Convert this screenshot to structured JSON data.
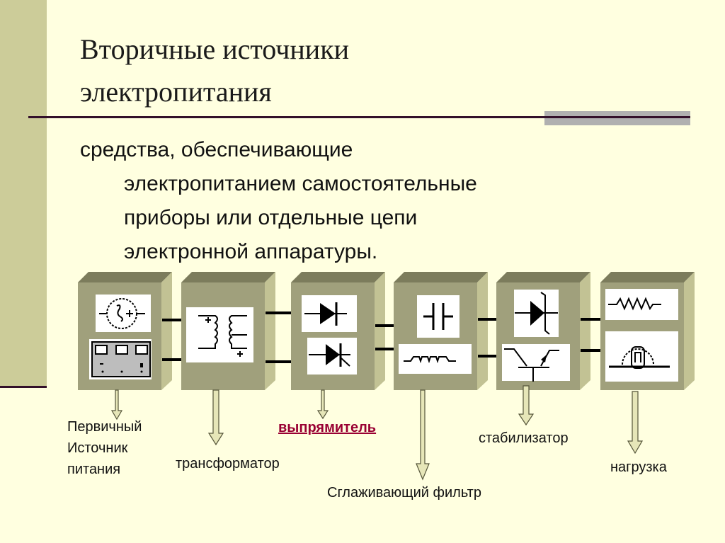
{
  "slide": {
    "title_lines": [
      "Вторичные источники",
      "электропитания"
    ],
    "definition": {
      "first_line": "средства, обеспечивающие",
      "lines": [
        "электропитанием самостоятельные",
        "приборы или отдельные цепи",
        "электронной аппаратуры."
      ]
    }
  },
  "diagram": {
    "blocks": [
      {
        "label_lines": [
          "Первичный",
          "Источник",
          "питания"
        ],
        "icons": [
          "ac-source-icon",
          "power-supply-panel-icon"
        ]
      },
      {
        "label": "трансформатор",
        "icons": [
          "transformer-icon"
        ]
      },
      {
        "label": "выпрямитель",
        "is_link": true,
        "icons": [
          "diode-icon",
          "thyristor-icon"
        ]
      },
      {
        "label": "Сглаживающий фильтр",
        "icons": [
          "capacitor-icon",
          "inductor-icon"
        ]
      },
      {
        "label": "стабилизатор",
        "icons": [
          "zener-diode-icon",
          "transistor-icon"
        ]
      },
      {
        "label": "нагрузка",
        "icons": [
          "resistor-icon",
          "lamp-icon"
        ]
      }
    ]
  },
  "colors": {
    "background": "#FFFFE0",
    "sidebar": "#CCCC99",
    "rule": "#33102A",
    "link": "#990033",
    "block_front": "#A0A07C",
    "block_side": "#C2C294",
    "block_top": "#7C7C5C"
  }
}
